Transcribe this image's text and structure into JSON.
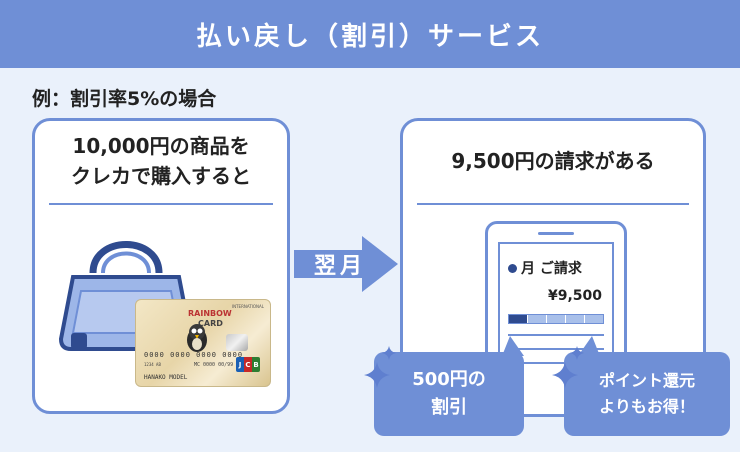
{
  "banner": {
    "title": "払い戻し（割引）サービス"
  },
  "example": {
    "label": "例：割引率5%の場合"
  },
  "left_panel": {
    "line1": "10,000円の商品を",
    "line2": "クレカで購入すると",
    "card": {
      "international": "INTERNATIONAL",
      "brand_line1": "RAINBOW",
      "brand_line2": "CARD",
      "number": "0000 0000 0000 0000",
      "sub_number": "1234 AB",
      "valid": "MC 0000  00/99",
      "holder": "HANAKO MODEL",
      "network": [
        "J",
        "C",
        "B"
      ]
    }
  },
  "arrow": {
    "label": "翌月"
  },
  "right_panel": {
    "title": "9,500円の請求がある",
    "bill_title": "月 ご請求",
    "bill_amount": "¥9,500",
    "progress": {
      "filled_fraction": 0.2
    }
  },
  "bubbles": {
    "discount_line1": "500円の",
    "discount_line2": "割引",
    "compare_line1": "ポイント還元",
    "compare_line2": "よりもお得！"
  },
  "colors": {
    "accent": "#6f8fd6",
    "dark_accent": "#2f4b8f",
    "background": "#eaf1fb"
  }
}
